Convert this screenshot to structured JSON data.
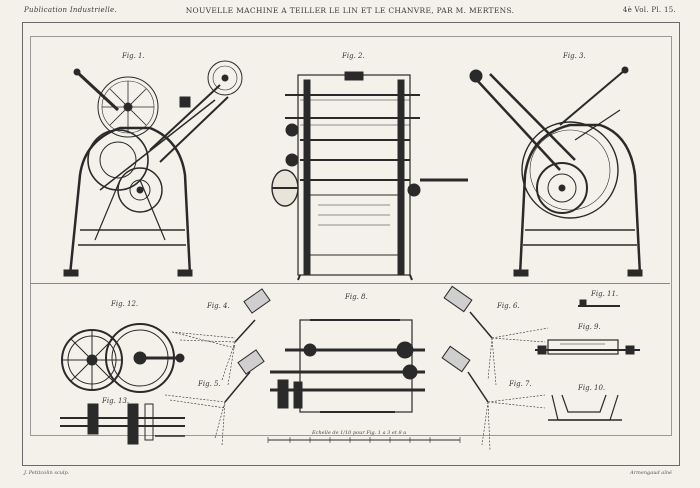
{
  "header": {
    "left": "Publication Industrielle.",
    "title": "NOUVELLE MACHINE A TEILLER LE LIN ET LE CHANVRE, PAR M. MERTENS.",
    "right": "4è Vol. Pl. 15."
  },
  "figures": {
    "fig1": "Fig. 1.",
    "fig2": "Fig. 2.",
    "fig3": "Fig. 3.",
    "fig4": "Fig. 4.",
    "fig5": "Fig. 5.",
    "fig6": "Fig. 6.",
    "fig7": "Fig. 7.",
    "fig8": "Fig. 8.",
    "fig9": "Fig. 9.",
    "fig10": "Fig. 10.",
    "fig11": "Fig. 11.",
    "fig12": "Fig. 12.",
    "fig13": "Fig. 13."
  },
  "scale_caption": "Echelle de 1/10 pour Fig. 1 a 3 et 8 a",
  "footer": {
    "left": "J. Petitcolin sculp.",
    "right": "Armengaud aîné"
  },
  "colors": {
    "ink": "#2a2a2a",
    "paper": "#f4f1ea"
  }
}
